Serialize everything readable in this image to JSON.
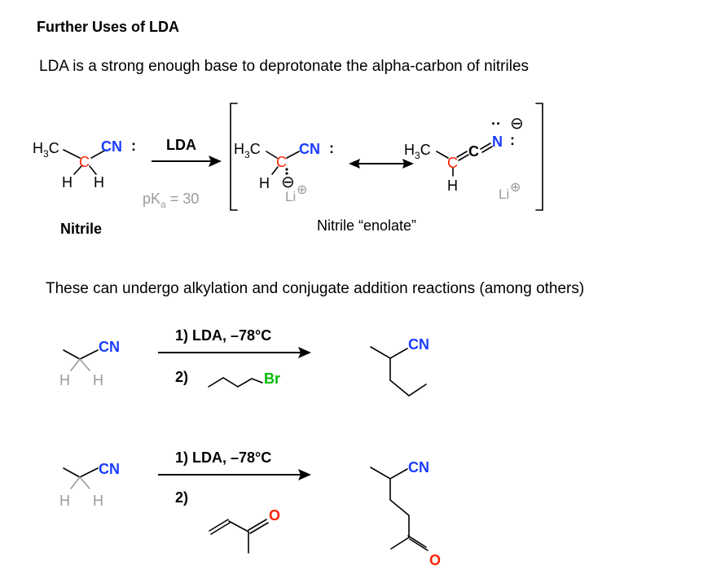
{
  "page": {
    "title": "Further Uses of LDA",
    "intro": "LDA is a strong enough base to deprotonate the alpha-carbon of nitriles",
    "scheme2_caption": "These can undergo alkylation and conjugate addition reactions (among others)"
  },
  "scheme1": {
    "nitrile": {
      "h3c_main": "H",
      "h3c_sub": "3",
      "h3c_end": "C",
      "alpha_c": "C",
      "cn": "CN",
      "lone_pair": ":",
      "h_left": "H",
      "h_right": "H",
      "label": "Nitrile"
    },
    "reagent": "LDA",
    "pka": {
      "p": "pK",
      "sub": "a",
      "value": " = 30"
    },
    "anion_a": {
      "h3c_main": "H",
      "h3c_sub": "3",
      "h3c_end": "C",
      "alpha_c": "C",
      "cn": "CN",
      "lone_pair": ":",
      "h": "H",
      "charge": "⊖",
      "li": "Li",
      "li_charge": "⊕"
    },
    "anion_b": {
      "h3c_main": "H",
      "h3c_sub": "3",
      "h3c_end": "C",
      "alpha_c": "C",
      "c2": "C",
      "n": "N",
      "lone_pair": ":",
      "dots": "··",
      "charge": "⊖",
      "h": "H",
      "li": "Li",
      "li_charge": "⊕"
    },
    "enolate_label": "Nitrile “enolate”"
  },
  "scheme2": {
    "reaction1": {
      "start_cn": "CN",
      "h_left": "H",
      "h_right": "H",
      "step1": "1) LDA, –78°C",
      "step2": "2)",
      "br": "Br",
      "product_cn": "CN"
    },
    "reaction2": {
      "start_cn": "CN",
      "h_left": "H",
      "h_right": "H",
      "step1": "1) LDA, –78°C",
      "step2": "2)",
      "enone_o": "O",
      "product_cn": "CN",
      "product_o": "O"
    }
  },
  "colors": {
    "alpha_carbon": "#ff2200",
    "nitrogen": "#1a3cff",
    "bromine": "#00bb00",
    "oxygen": "#ff2200",
    "faded": "#9a9a9a",
    "text": "#000000"
  }
}
